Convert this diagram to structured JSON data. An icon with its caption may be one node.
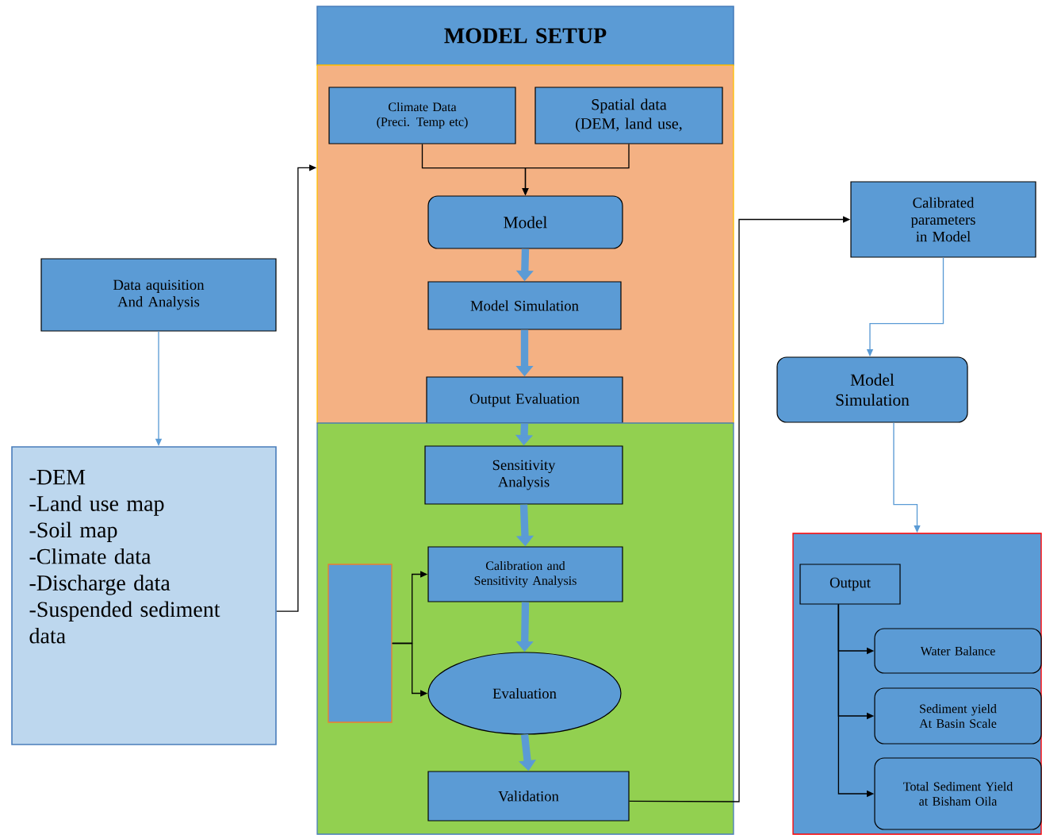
{
  "diagram": {
    "nodes": [
      {
        "text": [
          "Data aquisition And Analysis"
        ]
      },
      {
        "text": [
          "-DEM",
          "-Land use map",
          "-Soil map",
          "-Climate data",
          "-Discharge data",
          "-Suspended sediment data"
        ]
      },
      {
        "text": [
          "MODEL SETUP"
        ]
      },
      {
        "text": [],
        "shape": "box"
      },
      {
        "text": [
          "Climate Data (Preci. Temp etc)"
        ],
        "in": 3
      },
      {
        "text": [
          "Spatial data (DEM, land use,"
        ],
        "in": 3
      },
      {
        "text": [
          "Model"
        ],
        "in": 3
      },
      {
        "text": [
          "Model Simulation"
        ],
        "in": 3
      },
      {
        "text": [
          "Output Evaluation"
        ],
        "in": 3
      },
      {
        "text": [],
        "shape": "box"
      },
      {
        "text": [
          "Sensitivity Analysis"
        ],
        "in": 9
      },
      {
        "text": [],
        "shape": "box",
        "in": 9
      },
      {
        "text": [
          "Calibration and Sensitivity Analysis"
        ],
        "in": 9
      },
      {
        "text": [
          "Evaluation"
        ],
        "in": 9
      },
      {
        "text": [
          "Validation"
        ],
        "in": 9
      },
      {
        "text": [
          "Calibrated parameters in Model"
        ]
      },
      {
        "text": [
          "Model Simulation"
        ]
      },
      {
        "text": [],
        "shape": "box"
      },
      {
        "text": [
          "Output"
        ],
        "in": 17
      },
      {
        "text": [
          "Water Balance"
        ],
        "in": 17
      },
      {
        "text": [
          "Sediment yield At Basin Scale"
        ],
        "in": 17
      },
      {
        "text": [
          "Total Sediment Yield at Bisham Oila"
        ],
        "in": 17
      }
    ],
    "edges": [
      {
        "from": 0,
        "to": 1,
        "arrow": "to",
        "color": "#5b9bd5"
      },
      {
        "from": 1,
        "to": 3,
        "arrow": "to",
        "color": "#000000"
      },
      {
        "from": 4,
        "to": 6,
        "arrow": "to",
        "color": "#000000"
      },
      {
        "from": 5,
        "to": 6,
        "arrow": "to",
        "color": "#000000"
      },
      {
        "from": 6,
        "to": 7,
        "arrow": "to",
        "style": "thick",
        "color": "#5b9bd5"
      },
      {
        "from": 7,
        "to": 8,
        "arrow": "to",
        "style": "thick",
        "color": "#5b9bd5"
      },
      {
        "from": 8,
        "to": 10,
        "arrow": "to",
        "style": "thick",
        "color": "#5b9bd5"
      },
      {
        "from": 10,
        "to": 12,
        "arrow": "to",
        "style": "thick",
        "color": "#5b9bd5"
      },
      {
        "from": 12,
        "to": 13,
        "arrow": "to",
        "style": "thick",
        "color": "#5b9bd5"
      },
      {
        "from": 13,
        "to": 14,
        "arrow": "to",
        "style": "thick",
        "color": "#5b9bd5"
      },
      {
        "from": 11,
        "to": 12,
        "arrow": "to",
        "color": "#000000"
      },
      {
        "from": 11,
        "to": 13,
        "arrow": "to",
        "color": "#000000"
      },
      {
        "from": 14,
        "to": 15,
        "arrow": "to",
        "color": "#000000"
      },
      {
        "from": 15,
        "to": 16,
        "arrow": "to",
        "color": "#5b9bd5"
      },
      {
        "from": 16,
        "to": 17,
        "arrow": "to",
        "color": "#5b9bd5"
      },
      {
        "from": 18,
        "to": 19,
        "arrow": "to",
        "color": "#000000"
      },
      {
        "from": 18,
        "to": 20,
        "arrow": "to",
        "color": "#000000"
      },
      {
        "from": 18,
        "to": 21,
        "arrow": "to",
        "color": "#000000"
      }
    ]
  }
}
